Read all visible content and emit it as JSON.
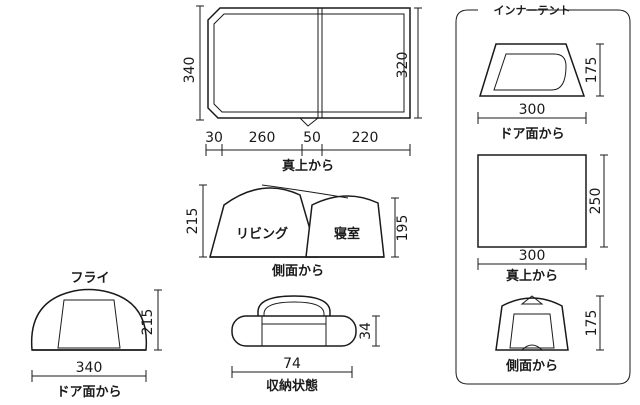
{
  "top_view": {
    "labels": {
      "w1": "30",
      "w2": "260",
      "w3": "50",
      "w4": "220",
      "height_left": "340",
      "height_right": "320"
    },
    "caption": "真上から"
  },
  "side_view": {
    "labels": {
      "height_left": "215",
      "height_right": "195",
      "living": "リビング",
      "bedroom": "寝室"
    },
    "caption": "側面から"
  },
  "fly": {
    "title": "フライ",
    "labels": {
      "width": "340",
      "height": "215"
    },
    "caption": "ドア面から"
  },
  "storage": {
    "labels": {
      "width": "74",
      "height": "34"
    },
    "caption": "収納状態"
  },
  "inner_tent": {
    "title": "インナーテント",
    "door": {
      "width": "300",
      "height": "175",
      "caption": "ドア面から"
    },
    "top": {
      "width": "300",
      "height": "250",
      "caption": "真上から"
    },
    "side": {
      "height": "175",
      "caption": "側面から"
    }
  }
}
